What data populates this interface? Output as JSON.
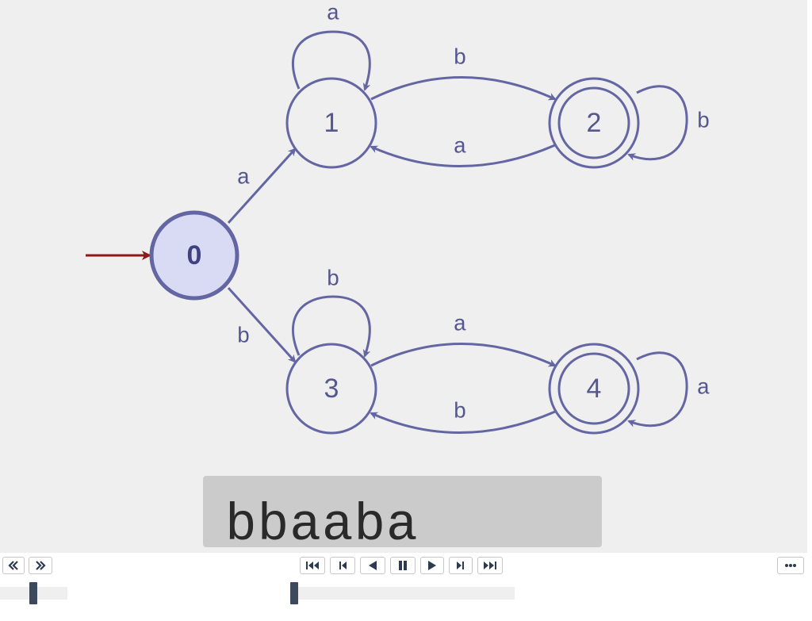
{
  "diagram": {
    "states": [
      {
        "id": "0",
        "label": "0",
        "accepting": false,
        "initial": true,
        "active": true
      },
      {
        "id": "1",
        "label": "1",
        "accepting": false
      },
      {
        "id": "2",
        "label": "2",
        "accepting": true
      },
      {
        "id": "3",
        "label": "3",
        "accepting": false
      },
      {
        "id": "4",
        "label": "4",
        "accepting": true
      }
    ],
    "transitions": [
      {
        "from": "0",
        "to": "1",
        "symbol": "a"
      },
      {
        "from": "0",
        "to": "3",
        "symbol": "b"
      },
      {
        "from": "1",
        "to": "1",
        "symbol": "a"
      },
      {
        "from": "1",
        "to": "2",
        "symbol": "b"
      },
      {
        "from": "2",
        "to": "1",
        "symbol": "a"
      },
      {
        "from": "2",
        "to": "2",
        "symbol": "b"
      },
      {
        "from": "3",
        "to": "3",
        "symbol": "b"
      },
      {
        "from": "3",
        "to": "4",
        "symbol": "a"
      },
      {
        "from": "4",
        "to": "3",
        "symbol": "b"
      },
      {
        "from": "4",
        "to": "4",
        "symbol": "a"
      }
    ],
    "colors": {
      "state_stroke": "#6466a3",
      "active_fill": "#d9dbf5",
      "start_arrow": "#8b1a1a",
      "background": "#efefef"
    }
  },
  "input": {
    "string": "bbaaba"
  },
  "controls": {
    "left_buttons": [
      {
        "icon": "double-chevron-left-icon"
      },
      {
        "icon": "double-chevron-right-icon"
      }
    ],
    "playback_buttons": [
      {
        "icon": "skip-to-start-icon"
      },
      {
        "icon": "step-back-icon"
      },
      {
        "icon": "play-backward-icon"
      },
      {
        "icon": "pause-icon"
      },
      {
        "icon": "play-icon"
      },
      {
        "icon": "step-forward-icon"
      },
      {
        "icon": "skip-to-end-icon"
      }
    ],
    "more_button": {
      "icon": "more-icon"
    },
    "speed_slider": {
      "value": 0.5
    },
    "progress_slider": {
      "value": 0.0
    }
  }
}
